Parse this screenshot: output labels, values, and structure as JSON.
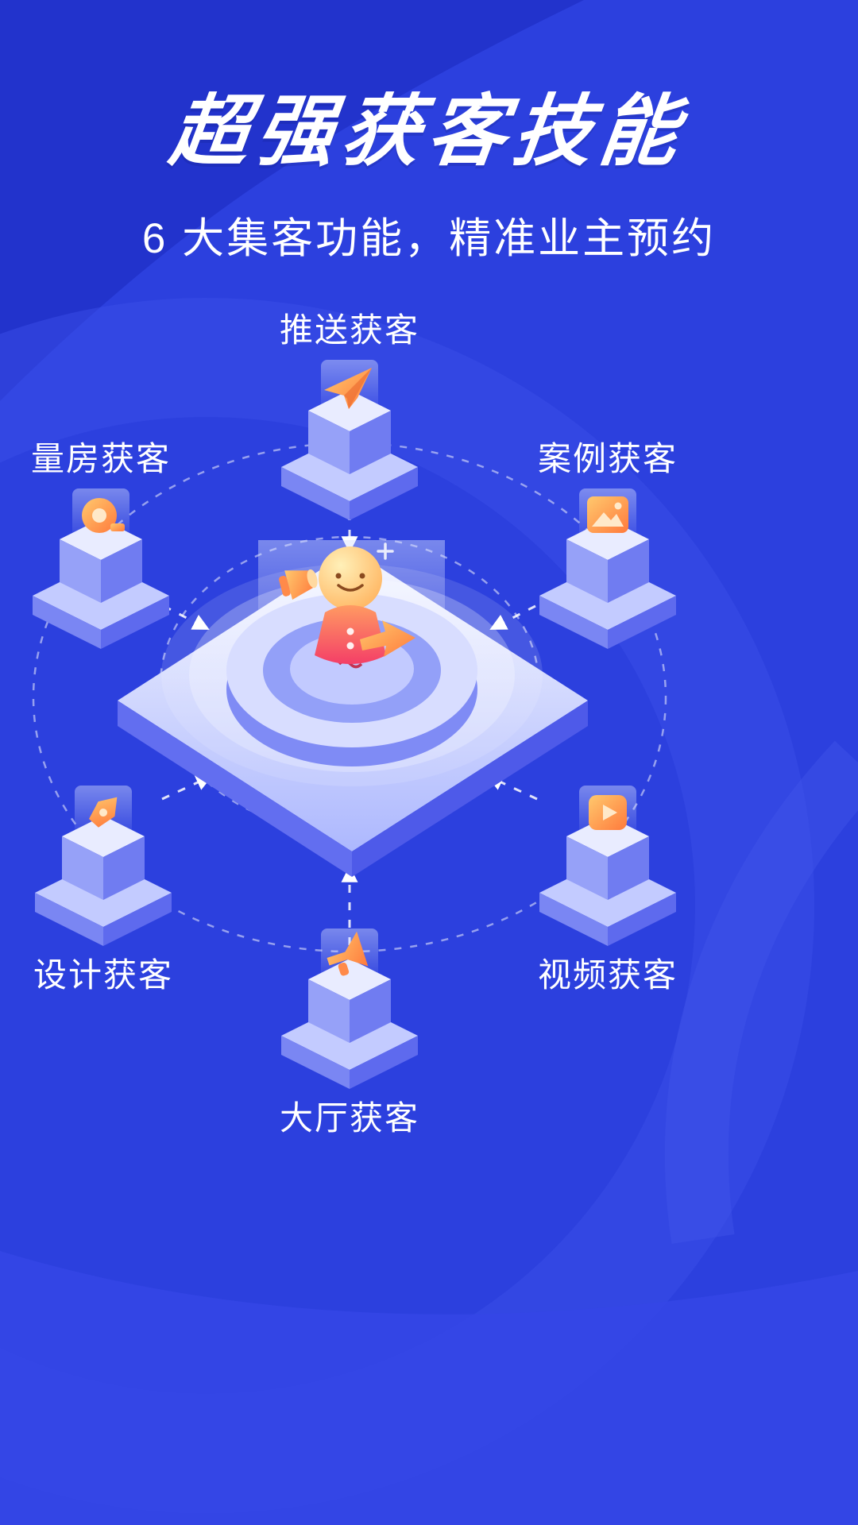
{
  "header": {
    "title": "超强获客技能",
    "subtitle": "6 大集客功能，精准业主预约"
  },
  "diagram": {
    "nodes": [
      {
        "id": "push",
        "label": "推送获客",
        "icon": "paper-plane-icon",
        "position": "top"
      },
      {
        "id": "measure",
        "label": "量房获客",
        "icon": "tape-measure-icon",
        "position": "upper-left"
      },
      {
        "id": "case",
        "label": "案例获客",
        "icon": "picture-icon",
        "position": "upper-right"
      },
      {
        "id": "design",
        "label": "设计获客",
        "icon": "pen-icon",
        "position": "lower-left"
      },
      {
        "id": "video",
        "label": "视频获客",
        "icon": "video-play-icon",
        "position": "lower-right"
      },
      {
        "id": "hall",
        "label": "大厅获客",
        "icon": "megaphone-icon",
        "position": "bottom"
      }
    ]
  },
  "colors": {
    "background": "#2C40DE",
    "background_dark": "#2233CC",
    "background_light": "#3A4DE8",
    "accent_orange": "#FF7A3C",
    "accent_orange_light": "#FFC96E",
    "platform_light": "#F2F4FF",
    "platform_mid": "#ADB8FE",
    "platform_side": "#5F6BEF",
    "character_red": "#F43F67",
    "text": "#FFFFFF"
  }
}
